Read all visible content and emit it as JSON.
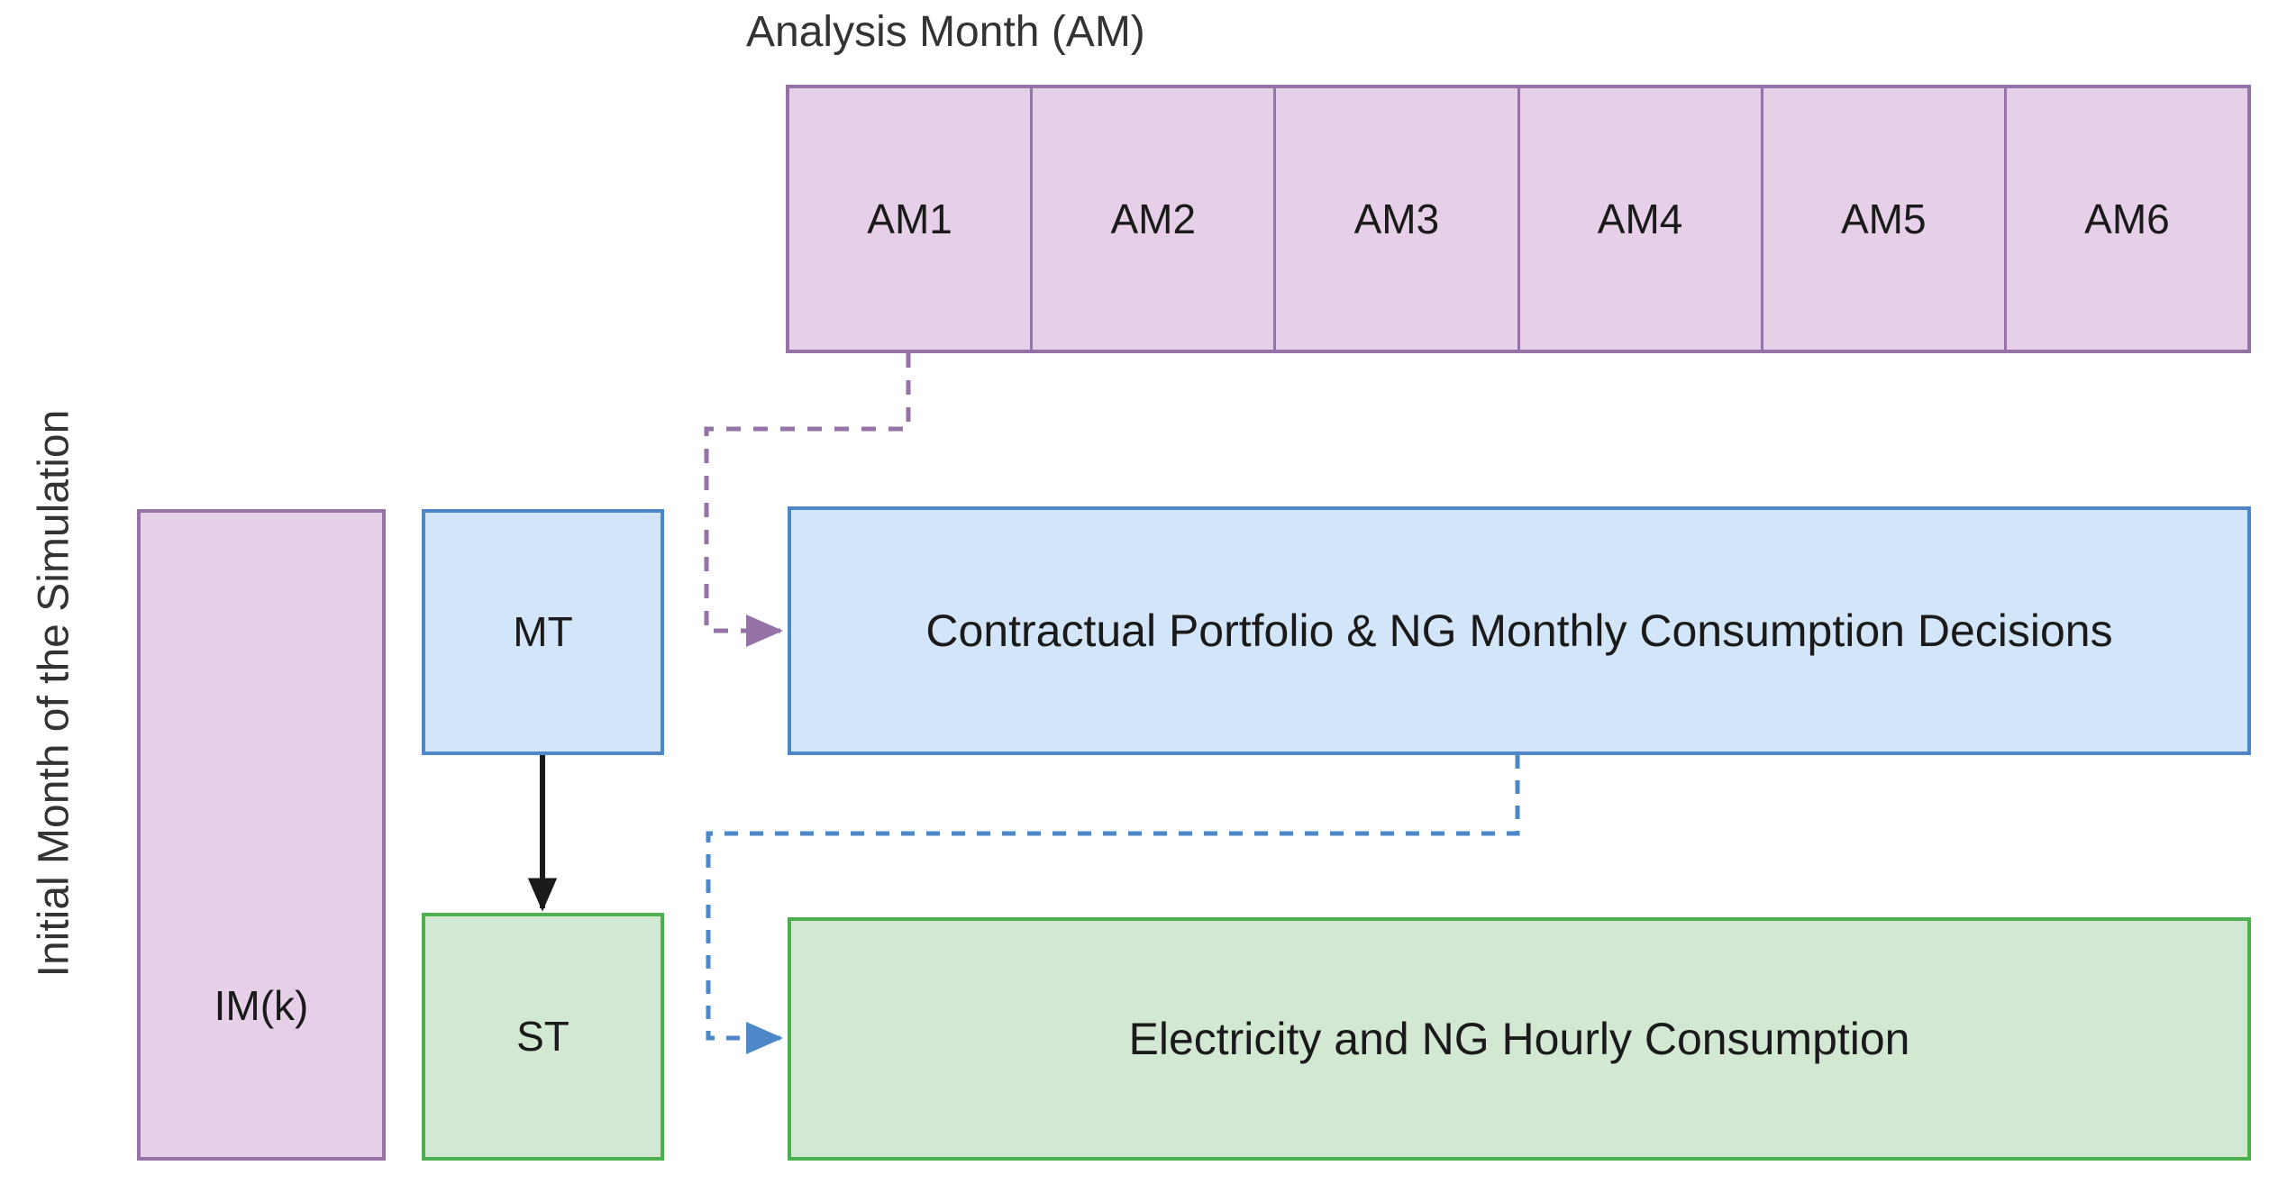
{
  "diagram": {
    "axis_labels": {
      "top": "Analysis Month (AM)",
      "left": "Initial Month of the Simulation"
    },
    "analysis_months": [
      {
        "label": "AM1"
      },
      {
        "label": "AM2"
      },
      {
        "label": "AM3"
      },
      {
        "label": "AM4"
      },
      {
        "label": "AM5"
      },
      {
        "label": "AM6"
      }
    ],
    "nodes": {
      "initial_month": "IM(k)",
      "medium_term": "MT",
      "short_term": "ST",
      "monthly_decisions": "Contractual Portfolio & NG Monthly Consumption Decisions",
      "hourly_consumption": "Electricity and NG Hourly Consumption"
    },
    "colors": {
      "purple_fill": "#e6d0e8",
      "purple_stroke": "#9673a6",
      "blue_fill": "#d3e5f8",
      "blue_stroke": "#4e87c7",
      "green_fill": "#d3e8d3",
      "green_stroke": "#4caf50",
      "arrow_black": "#1a1a1a",
      "text": "#1a1a1a"
    },
    "connectors": [
      {
        "name": "am1-to-monthly",
        "from": "AM1",
        "to": "Contractual Portfolio & NG Monthly Consumption Decisions",
        "style": "dashed",
        "color": "#9673a6"
      },
      {
        "name": "mt-to-st",
        "from": "MT",
        "to": "ST",
        "style": "solid",
        "color": "#1a1a1a"
      },
      {
        "name": "monthly-to-hourly",
        "from": "Contractual Portfolio & NG Monthly Consumption Decisions",
        "to": "Electricity and NG Hourly Consumption",
        "style": "dashed",
        "color": "#4e87c7"
      }
    ]
  }
}
